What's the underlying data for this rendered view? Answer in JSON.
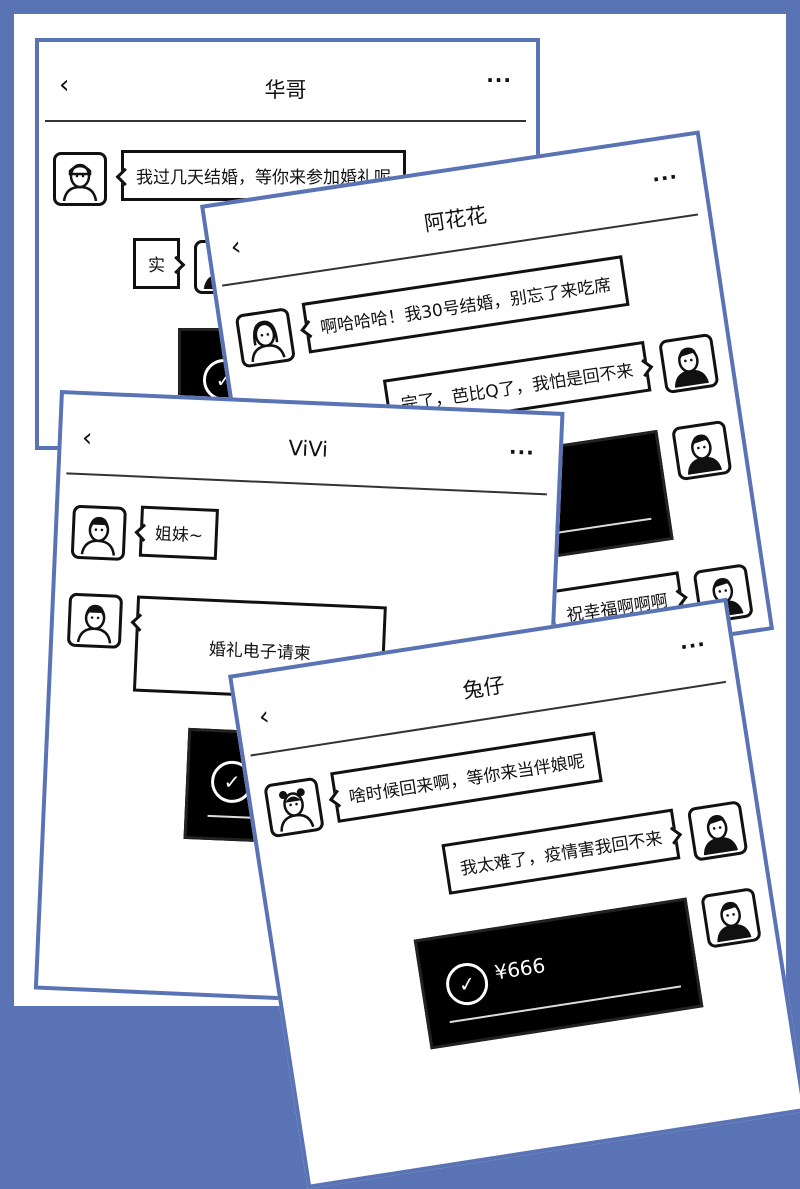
{
  "colors": {
    "frame": "#5a73b5",
    "ink": "#111111"
  },
  "icons": {
    "back": "‹",
    "more": "···",
    "check": "✓"
  },
  "chats": [
    {
      "title": "华哥",
      "messages": [
        {
          "side": "left",
          "type": "text",
          "text": "我过几天结婚，等你来参加婚礼呢",
          "avatar": "man-cap"
        },
        {
          "side": "right",
          "type": "text",
          "text": "实",
          "avatar": "me"
        },
        {
          "side": "right",
          "type": "transfer",
          "amount": "",
          "avatar": "me"
        }
      ]
    },
    {
      "title": "阿花花",
      "messages": [
        {
          "side": "left",
          "type": "text",
          "text": "啊哈哈哈！我30号结婚，别忘了来吃席",
          "avatar": "woman-long-hair"
        },
        {
          "side": "right",
          "type": "text",
          "text": "完了，芭比Q了，我怕是回不来",
          "avatar": "me"
        },
        {
          "side": "right",
          "type": "transfer",
          "amount": "",
          "avatar": "me"
        },
        {
          "side": "right",
          "type": "text",
          "text": "祝幸福啊啊啊",
          "avatar": "me"
        }
      ]
    },
    {
      "title": "ViVi",
      "messages": [
        {
          "side": "left",
          "type": "text",
          "text": "姐妹~",
          "avatar": "woman-bob"
        },
        {
          "side": "left",
          "type": "invite",
          "text": "婚礼电子请柬",
          "avatar": "woman-bob"
        },
        {
          "side": "right",
          "type": "transfer",
          "amount": "¥",
          "avatar": "me"
        }
      ]
    },
    {
      "title": "兔仔",
      "messages": [
        {
          "side": "left",
          "type": "text",
          "text": "啥时候回来啊，等你来当伴娘呢",
          "avatar": "woman-buns"
        },
        {
          "side": "right",
          "type": "text",
          "text": "我太难了，疫情害我回不来",
          "avatar": "me"
        },
        {
          "side": "right",
          "type": "transfer",
          "amount": "¥666",
          "avatar": "me"
        }
      ]
    }
  ]
}
